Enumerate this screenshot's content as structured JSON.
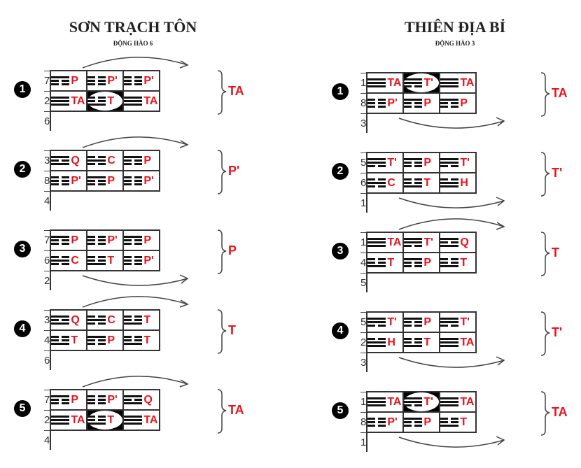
{
  "colors": {
    "accent": "#e8141c"
  },
  "trigram_patterns": {
    "TA": "sss",
    "T'": "ssb",
    "P": "sbb",
    "P'": "bbb",
    "T": "bbs",
    "Q": "sbs",
    "C": "bsb",
    "H": "bss"
  },
  "left": {
    "title": "SƠN TRẠCH TÔN",
    "subtitle": "ĐỘNG HÀO 6",
    "blocks": [
      {
        "index": "1",
        "rows": [
          {
            "num": "7",
            "cells": [
              "P",
              "P'",
              "P'"
            ]
          },
          {
            "num": "2",
            "cells": [
              "TA",
              "T",
              "TA"
            ]
          }
        ],
        "extra": "6",
        "result": "TA",
        "arrow": "top",
        "highlight": [
          1,
          1
        ]
      },
      {
        "index": "2",
        "rows": [
          {
            "num": "3",
            "cells": [
              "Q",
              "C",
              "P"
            ]
          },
          {
            "num": "8",
            "cells": [
              "P'",
              "P",
              "P'"
            ]
          }
        ],
        "extra": "4",
        "result": "P'",
        "arrow": "top"
      },
      {
        "index": "3",
        "rows": [
          {
            "num": "7",
            "cells": [
              "P",
              "P'",
              "P"
            ]
          },
          {
            "num": "6",
            "cells": [
              "C",
              "T",
              "P'"
            ]
          }
        ],
        "extra": "2",
        "result": "P",
        "arrow": "bottom"
      },
      {
        "index": "4",
        "rows": [
          {
            "num": "3",
            "cells": [
              "Q",
              "C",
              "T"
            ]
          },
          {
            "num": "4",
            "cells": [
              "T",
              "P",
              "T"
            ]
          }
        ],
        "extra": "6",
        "result": "T",
        "arrow": "top"
      },
      {
        "index": "5",
        "rows": [
          {
            "num": "7",
            "cells": [
              "P",
              "P'",
              "Q"
            ]
          },
          {
            "num": "2",
            "cells": [
              "TA",
              "T",
              "TA"
            ]
          }
        ],
        "extra": "4",
        "result": "TA",
        "arrow": "top",
        "highlight": [
          1,
          1
        ]
      }
    ]
  },
  "right": {
    "title": "THIÊN ĐỊA BỈ",
    "subtitle": "ĐỘNG HÀO 3",
    "blocks": [
      {
        "index": "1",
        "rows": [
          {
            "num": "1",
            "cells": [
              "TA",
              "T'",
              "TA"
            ]
          },
          {
            "num": "8",
            "cells": [
              "P'",
              "P",
              "P"
            ]
          }
        ],
        "extra": "3",
        "result": "TA",
        "arrow": "bottom",
        "highlight": [
          0,
          1
        ]
      },
      {
        "index": "2",
        "rows": [
          {
            "num": "5",
            "cells": [
              "T'",
              "P",
              "T'"
            ]
          },
          {
            "num": "6",
            "cells": [
              "C",
              "T",
              "H"
            ]
          }
        ],
        "extra": "1",
        "result": "T'",
        "arrow": "bottom"
      },
      {
        "index": "3",
        "rows": [
          {
            "num": "1",
            "cells": [
              "TA",
              "T'",
              "Q"
            ]
          },
          {
            "num": "4",
            "cells": [
              "T",
              "P",
              "T"
            ]
          }
        ],
        "extra": "5",
        "result": "T",
        "arrow": "top"
      },
      {
        "index": "4",
        "rows": [
          {
            "num": "5",
            "cells": [
              "T'",
              "P",
              "T'"
            ]
          },
          {
            "num": "2",
            "cells": [
              "H",
              "T",
              "TA"
            ]
          }
        ],
        "extra": "3",
        "result": "T'",
        "arrow": "bottom"
      },
      {
        "index": "5",
        "rows": [
          {
            "num": "1",
            "cells": [
              "TA",
              "T'",
              "TA"
            ]
          },
          {
            "num": "8",
            "cells": [
              "P'",
              "P",
              "T"
            ]
          }
        ],
        "extra": "1",
        "result": "TA",
        "arrow": "bottom",
        "highlight": [
          0,
          1
        ]
      }
    ]
  }
}
